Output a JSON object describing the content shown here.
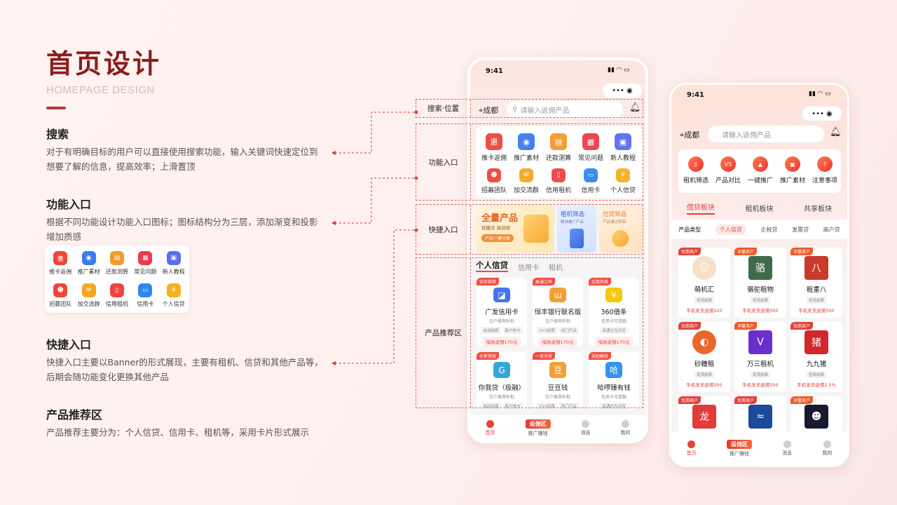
{
  "header": {
    "title": "首页设计",
    "subtitle": "HOMEPAGE DESIGN"
  },
  "sections": [
    {
      "heading": "搜索",
      "lines": [
        "对于有明确目标的用户可以直接使用搜索功能，输入关键词快速定位到",
        "想要了解的信息，提高效率；上滑置顶"
      ]
    },
    {
      "heading": "功能入口",
      "lines": [
        "根据不同功能设计功能入口图标；图标结构分为三层，添加渐变和投影",
        "增加质感"
      ]
    },
    {
      "heading": "快捷入口",
      "lines": [
        "快捷入口主要以Banner的形式展现，主要有租机、信贷和其他产品等，",
        "后期会随功能变化更换其他产品"
      ]
    },
    {
      "heading": "产品推荐区",
      "lines": [
        "产品推荐主要分为：个人信贷、信用卡、租机等，采用卡片形式展示"
      ]
    }
  ],
  "callouts": [
    "搜索·位置",
    "功能入口",
    "快捷入口",
    "产品推荐区"
  ],
  "function_items": [
    {
      "label": "推卡返佣",
      "color": "#f0453a",
      "glyph": "惠"
    },
    {
      "label": "推广素材",
      "color": "#3c7cf0",
      "glyph": "◉"
    },
    {
      "label": "还款测算",
      "color": "#f39a2b",
      "glyph": "▤"
    },
    {
      "label": "常见问题",
      "color": "#ee3b4b",
      "glyph": "▦"
    },
    {
      "label": "新人教程",
      "color": "#5a6ef0",
      "glyph": "▣"
    },
    {
      "label": "招募团队",
      "color": "#f0453a",
      "glyph": "☻"
    },
    {
      "label": "加交流群",
      "color": "#f5a623",
      "glyph": "✉"
    },
    {
      "label": "信用租机",
      "color": "#ef4444",
      "glyph": "▯"
    },
    {
      "label": "信用卡",
      "color": "#2f86f0",
      "glyph": "▭"
    },
    {
      "label": "个人信贷",
      "color": "#f5b020",
      "glyph": "¥"
    }
  ],
  "phone1": {
    "time": "9:41",
    "capsule": "•••   ◉",
    "location": "成都",
    "search_placeholder": "请输入返佣产品",
    "banners": [
      {
        "title": "全量产品",
        "line1": "轻模式  高创收",
        "line2": "产品一键分享"
      },
      {
        "title": "租机筛选",
        "line1": "精准推广产品"
      },
      {
        "title": "信贷筛选",
        "line1": "产品通过率高"
      }
    ],
    "tabs": [
      "个人信贷",
      "信用卡",
      "租机"
    ],
    "products": [
      {
        "tag": "实时推荐",
        "tag_color": "#f0453a",
        "logo_color": "#3c6cf0",
        "glyph": "◪",
        "name": "广发信用卡",
        "sub": "白户推荐秒批",
        "chips": [
          "自动结算",
          "新户核卡"
        ],
        "btn": "借款返佣170元"
      },
      {
        "tag": "高通过率",
        "tag_color": "#f0453a",
        "logo_color": "#f39a2b",
        "glyph": "ɯ",
        "name": "恒丰银行联名版",
        "sub": "白户推荐秒批",
        "chips": [
          "T+5结算",
          "热门产品"
        ],
        "btn": "借款返佣170元"
      },
      {
        "tag": "近期热推",
        "tag_color": "#f0453a",
        "logo_color": "#f5c400",
        "glyph": "¥",
        "name": "360借条",
        "sub": "信用卡可提额",
        "chips": [
          "高通过当天到"
        ],
        "btn": "借款返佣170元"
      },
      {
        "tag": "全新授现",
        "tag_color": "#f0453a",
        "logo_color": "#2aa3d8",
        "glyph": "G",
        "name": "你我贷（极融）",
        "sub": "白户推荐秒批",
        "chips": [
          "自动结算",
          "新户核卡"
        ],
        "btn": ""
      },
      {
        "tag": "一审多放",
        "tag_color": "#f0453a",
        "logo_color": "#f39a2b",
        "glyph": "豆",
        "name": "豆豆钱",
        "sub": "白户推荐秒批",
        "chips": [
          "T+5结算",
          "热门产品"
        ],
        "btn": ""
      },
      {
        "tag": "奖励翻倍",
        "tag_color": "#f0453a",
        "logo_color": "#2a8ef0",
        "glyph": "哈",
        "name": "哈啰臻有钱",
        "sub": "信用卡可提额",
        "chips": [
          "高通过当天到"
        ],
        "btn": ""
      }
    ],
    "tabbar": [
      "首页",
      "推广赚钱",
      "消息",
      "我的"
    ],
    "promo_badge": "返佣区"
  },
  "phone2": {
    "time": "9:41",
    "capsule": "•••   ◉",
    "location": "成都",
    "search_placeholder": "请输入返佣产品",
    "functions": [
      {
        "label": "租机筛选",
        "glyph": "▯"
      },
      {
        "label": "产品对比",
        "glyph": "VS"
      },
      {
        "label": "一键推广",
        "glyph": "▲"
      },
      {
        "label": "推广素材",
        "glyph": "▣"
      },
      {
        "label": "注意事项",
        "glyph": "?"
      }
    ],
    "board_tabs": [
      "借贷板块",
      "租机板块",
      "共享板块"
    ],
    "filters": [
      "产品类型",
      "个人信贷",
      "企税贷",
      "发票贷",
      "商户贷"
    ],
    "products": [
      {
        "tag": "优质商户",
        "logo_color": "#f6e0c8",
        "glyph": "☺",
        "name": "萌机汇",
        "chip": "发货结算",
        "btn": "手机发货返佣320"
      },
      {
        "tag": "冲量商户",
        "logo_color": "#3f6b4b",
        "glyph": "骆",
        "name": "骆驼租物",
        "chip": "发货结算",
        "btn": "手机发货返佣300"
      },
      {
        "tag": "冲量商户",
        "logo_color": "#c83a2a",
        "glyph": "八",
        "name": "租重八",
        "chip": "发货结算",
        "btn": "手机发货返佣300"
      },
      {
        "tag": "优质商户",
        "logo_color": "#e8662a",
        "glyph": "◐",
        "name": "砂糖租",
        "chip": "发货结算",
        "btn": "手机发货返佣300"
      },
      {
        "tag": "冲量商户",
        "logo_color": "#6b2fd0",
        "glyph": "V",
        "name": "万三租机",
        "chip": "发货结算",
        "btn": "手机发货返佣350"
      },
      {
        "tag": "优质商户",
        "logo_color": "#d3272b",
        "glyph": "猪",
        "name": "九九猪",
        "chip": "签收结算",
        "btn": "手机发货返佣2.5%"
      },
      {
        "tag": "优质商户",
        "logo_color": "#e23b3b",
        "glyph": "龙",
        "name": "",
        "chip": "",
        "btn": ""
      },
      {
        "tag": "优质商户",
        "logo_color": "#1d4a9a",
        "glyph": "≈",
        "name": "",
        "chip": "",
        "btn": ""
      },
      {
        "tag": "冲量商户",
        "logo_color": "#1a1a2e",
        "glyph": "☻",
        "name": "",
        "chip": "",
        "btn": ""
      }
    ],
    "tabbar": [
      "首页",
      "推广赚钱",
      "消息",
      "我的"
    ],
    "promo_badge": "返佣区"
  }
}
